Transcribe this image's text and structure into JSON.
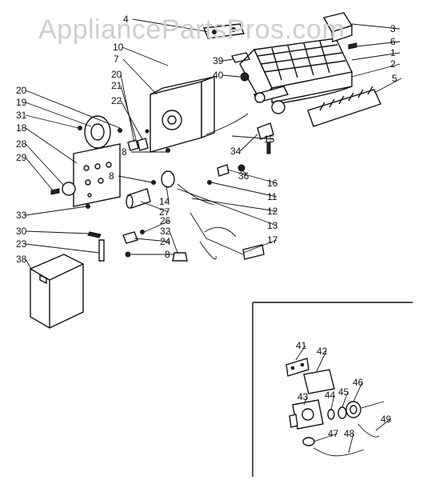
{
  "watermark": "AppliancePartsPros.com",
  "labels": [
    "1",
    "2",
    "3",
    "4",
    "5",
    "6",
    "7",
    "8",
    "8",
    "8",
    "10",
    "11",
    "12",
    "13",
    "14",
    "15",
    "16",
    "17",
    "18",
    "19",
    "20",
    "20",
    "21",
    "22",
    "23",
    "24",
    "26",
    "27",
    "28",
    "29",
    "30",
    "31",
    "32",
    "33",
    "34",
    "36",
    "38",
    "39",
    "40",
    "41",
    "42",
    "43",
    "44",
    "45",
    "46",
    "47",
    "48",
    "49"
  ]
}
